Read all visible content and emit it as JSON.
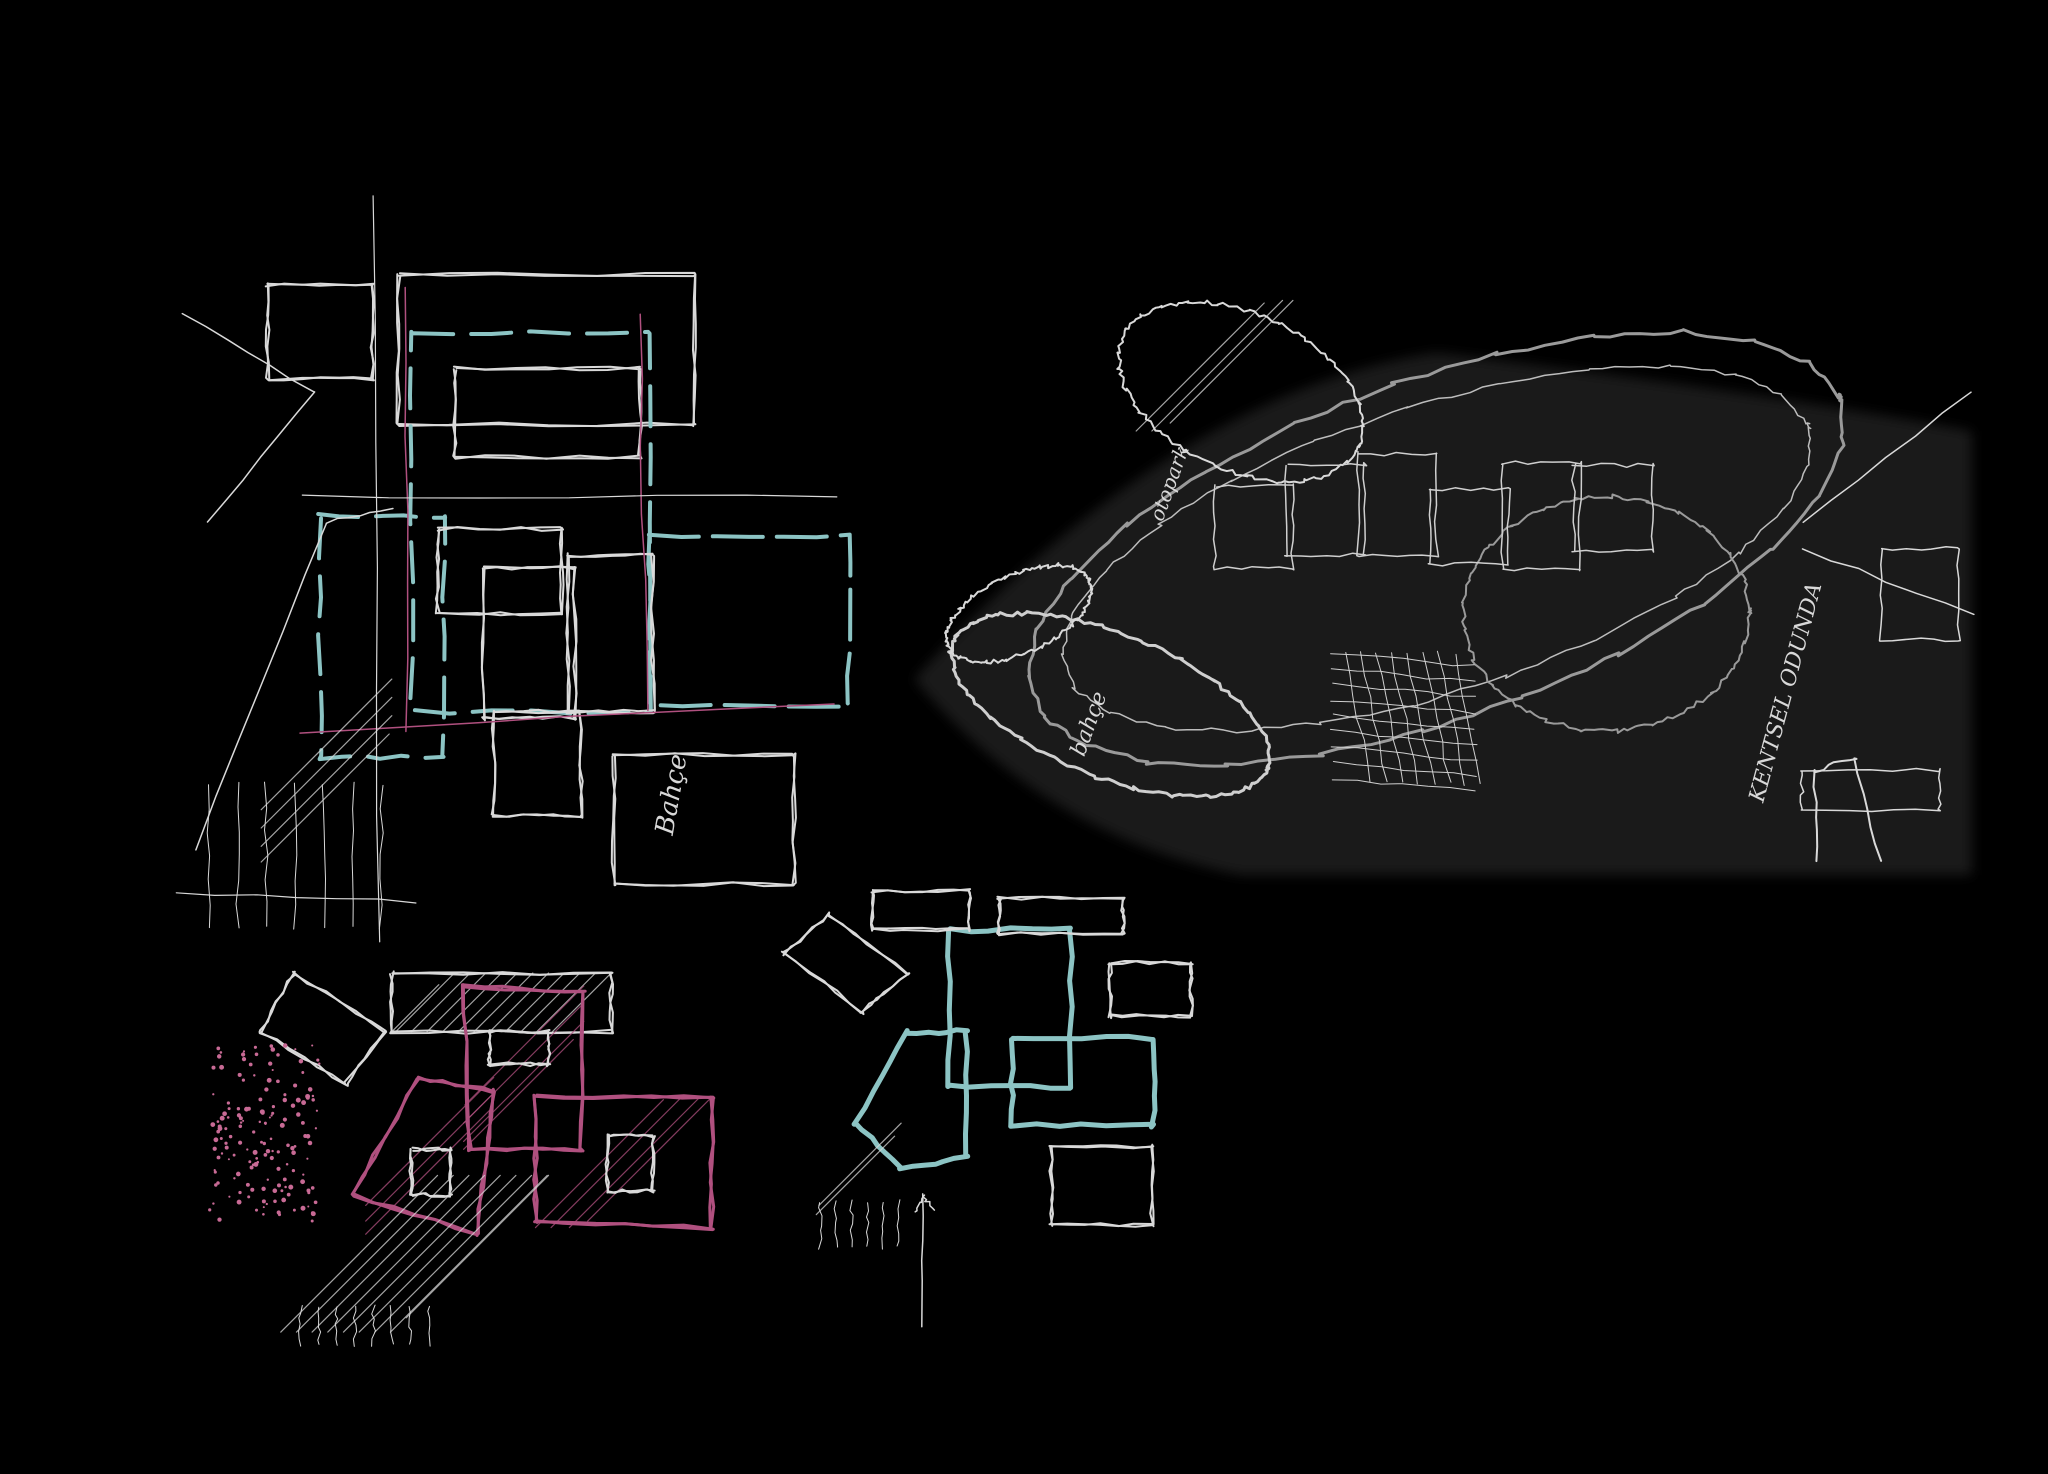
{
  "drawing": {
    "background": "#000000",
    "colors": {
      "line_white": "#d9d9d9",
      "line_cyan": "#8cc4c4",
      "line_magenta": "#b0507f",
      "line_pink_dots": "#c86a95",
      "perspective_gray": "#9a9a9a"
    },
    "handwritten_labels": [
      "Bahçe",
      "KENTSEL ODUNDA",
      "otopark",
      "bahçe"
    ]
  }
}
